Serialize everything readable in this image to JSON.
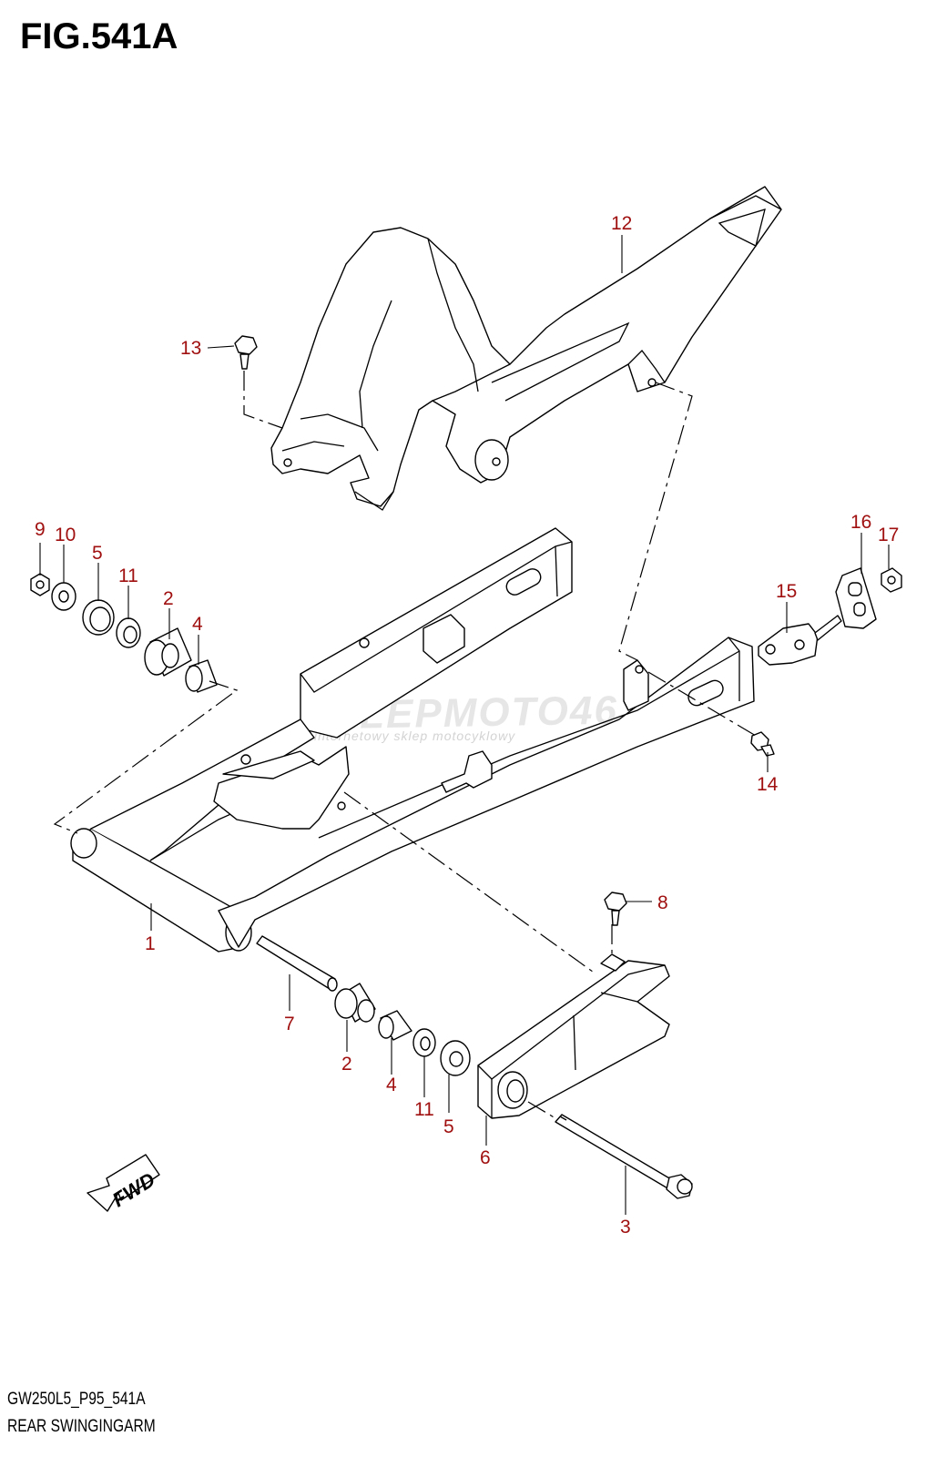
{
  "figure": {
    "title": "FIG.541A",
    "code": "GW250L5_P95_541A",
    "subtitle": "REAR SWINGINGARM",
    "fwd_label": "FWD"
  },
  "watermark": {
    "main": "SKLEPMOTO46.PL",
    "sub": "internetowy sklep motocyklowy"
  },
  "callouts": {
    "c1": "1",
    "c2a": "2",
    "c2b": "2",
    "c3": "3",
    "c4a": "4",
    "c4b": "4",
    "c5a": "5",
    "c5b": "5",
    "c6": "6",
    "c7": "7",
    "c8": "8",
    "c9": "9",
    "c10": "10",
    "c11a": "11",
    "c11b": "11",
    "c12": "12",
    "c13": "13",
    "c14": "14",
    "c15": "15",
    "c16": "16",
    "c17": "17"
  },
  "colors": {
    "callout": "#a01010",
    "line": "#000000",
    "watermark": "#d2d2d2"
  }
}
